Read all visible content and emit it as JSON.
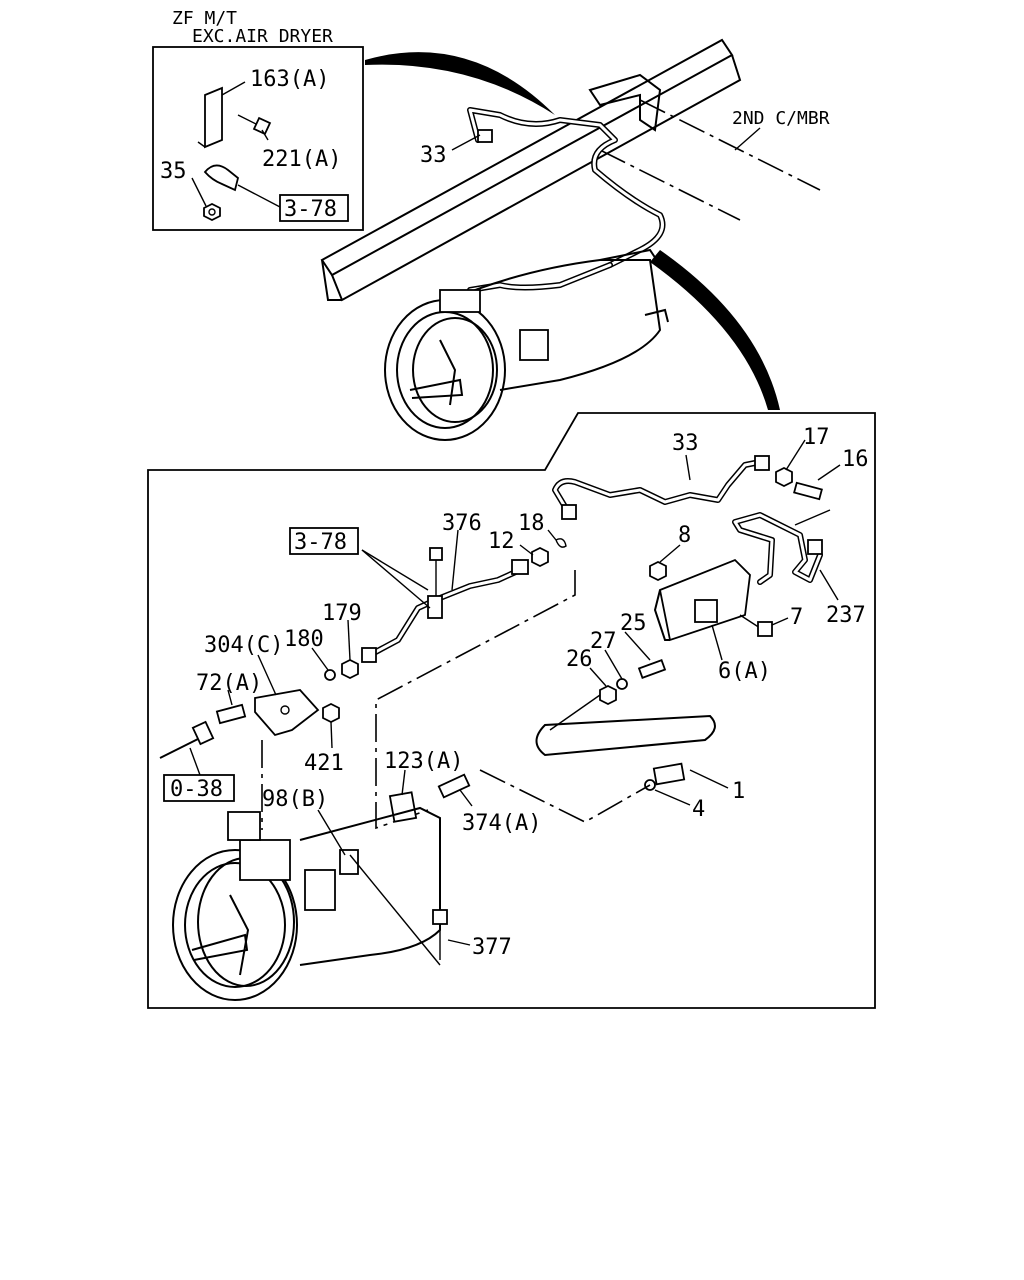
{
  "inset": {
    "title_line1": "ZF M/T",
    "title_line2": "EXC.AIR DRYER",
    "labels": {
      "p163a": "163(A)",
      "p221a": "221(A)",
      "p35": "35",
      "ref378": "3-78"
    }
  },
  "overview": {
    "p33": "33",
    "member": "2ND C/MBR"
  },
  "detail": {
    "ref378": "3-78",
    "ref038": "0-38",
    "p33": "33",
    "p17": "17",
    "p16": "16",
    "p376": "376",
    "p18": "18",
    "p12": "12",
    "p8": "8",
    "p237": "237",
    "p7": "7",
    "p179": "179",
    "p180": "180",
    "p304c": "304(C)",
    "p27": "27",
    "p25": "25",
    "p26": "26",
    "p6a": "6(A)",
    "p72a": "72(A)",
    "p421": "421",
    "p123a": "123(A)",
    "p98b": "98(B)",
    "p374a": "374(A)",
    "p1": "1",
    "p4": "4",
    "p377": "377"
  }
}
